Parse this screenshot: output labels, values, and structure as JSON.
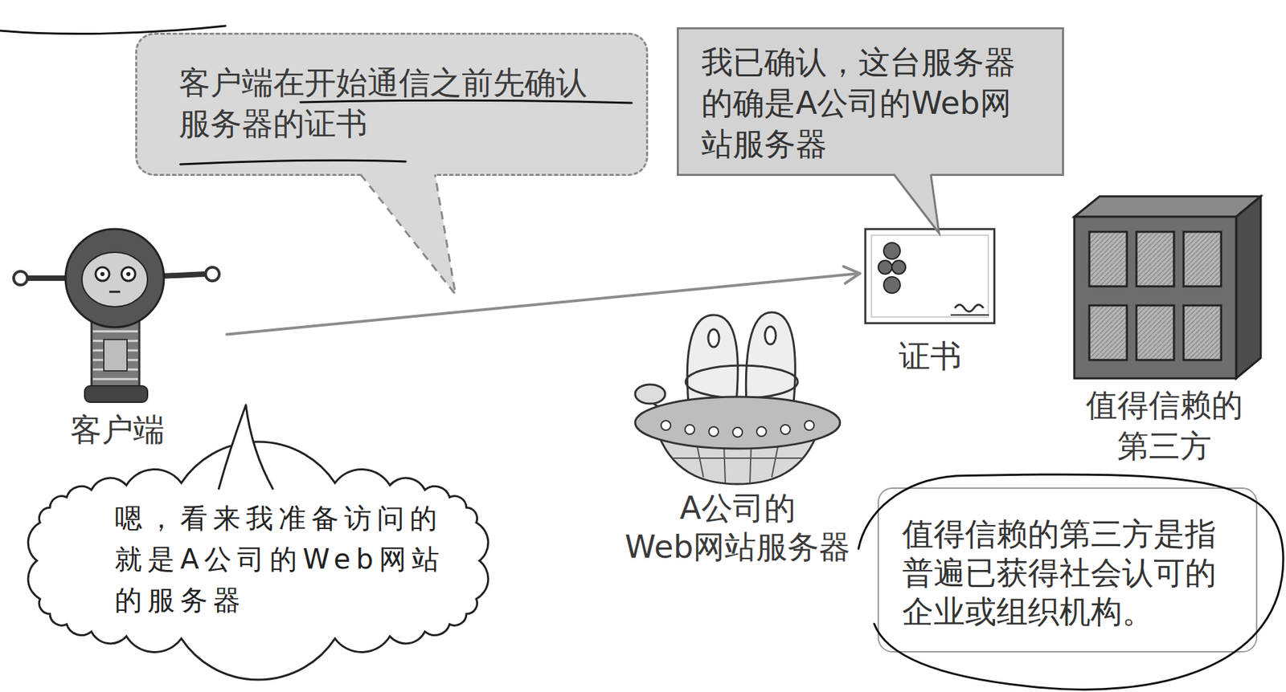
{
  "diagram": {
    "nodes": [
      {
        "text": [
          "客户端在开始通信之前先确认 服务器的证书"
        ]
      },
      {
        "text": [
          "我已确认，这台服务器 的确是A公司的Web网 站服务器"
        ]
      },
      {
        "text": [
          "客户端"
        ]
      },
      {
        "text": [
          "证书"
        ]
      },
      {
        "text": [
          "A公司的 Web网站服务器"
        ]
      },
      {
        "text": [
          "值得信赖的 第三方"
        ]
      },
      {
        "text": [
          "嗯，看来我准备访问的 就是A公司的Web网站 的服务器"
        ]
      },
      {
        "text": [
          "值得信赖的第三方是指 普遍已获得社会认可的 企业或组织机构。"
        ]
      }
    ],
    "edges": [
      {
        "from": 2,
        "to": 3,
        "arrow": "to"
      }
    ]
  }
}
